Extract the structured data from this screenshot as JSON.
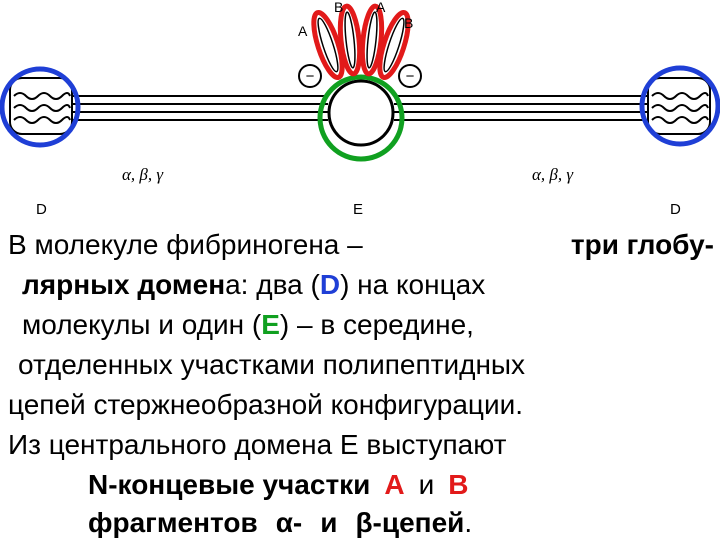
{
  "diagram": {
    "labels": {
      "d_left": "D",
      "e_center": "E",
      "d_right": "D",
      "chains_left": "α, β, γ",
      "chains_right": "α, β, γ",
      "frag_a_left": "A",
      "frag_b_left": "B",
      "frag_a_right": "A",
      "frag_b_right": "B",
      "minus": "−"
    },
    "colors": {
      "domain_d_circle": "#1f3fd6",
      "domain_e_circle": "#10a020",
      "fibrinopeptides": "#e21a1a"
    }
  },
  "text": {
    "l1_a": "В молекуле фибриногена –",
    "l1_b": "три глобу-",
    "l2_a": "лярных домен",
    "l2_b": "а: два (",
    "l2_c": "D",
    "l2_d": ") на концах",
    "l3_a": "молекулы и один (",
    "l3_b": "Е",
    "l3_c": ") – в середине,",
    "l4": "отделенных участками полипептидных",
    "l5": "цепей стержнеобразной конфигурации.",
    "l6": "Из центрального домена Е выступают",
    "l7_a": "N-концевые участки",
    "l7_b": "А",
    "l7_c": "и",
    "l7_d": "В",
    "l8_a": "фрагментов",
    "l8_b": "α-",
    "l8_c": "и",
    "l8_d": "β-цепей",
    "l8_e": "."
  }
}
